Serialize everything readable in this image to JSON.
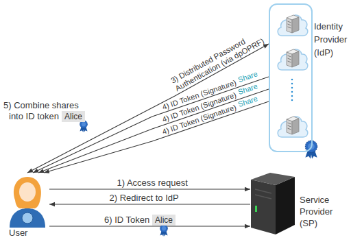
{
  "diagram": {
    "nodes": [
      {
        "text": [
          "Identity Provider (IdP)"
        ]
      },
      {
        "text": [
          "User"
        ]
      },
      {
        "text": [
          "Service Provider (SP)"
        ]
      }
    ],
    "edges": [
      {
        "from": 1,
        "to": 2,
        "arrow": "to",
        "label": "1) Access request"
      },
      {
        "from": 2,
        "to": 1,
        "arrow": "to",
        "label": "2) Redirect to IdP"
      },
      {
        "from": 1,
        "to": 0,
        "arrow": "both",
        "label": "3) Distributed Password Authentication (via dpOPRF)"
      },
      {
        "from": 0,
        "to": 1,
        "arrow": "to",
        "label": "4) ID Token (Signature)"
      },
      {
        "from": 0,
        "to": 1,
        "arrow": "to",
        "label": "4) ID Token (Signature)"
      },
      {
        "from": 0,
        "to": 1,
        "arrow": "to",
        "label": "4) ID Token (Signature)"
      },
      {
        "from": 1,
        "to": 2,
        "arrow": "to",
        "label": "6) ID Token"
      }
    ],
    "labels": [
      "Share",
      "Share",
      "Share",
      "5) Combine shares into ID token",
      "Alice",
      "Alice"
    ]
  }
}
